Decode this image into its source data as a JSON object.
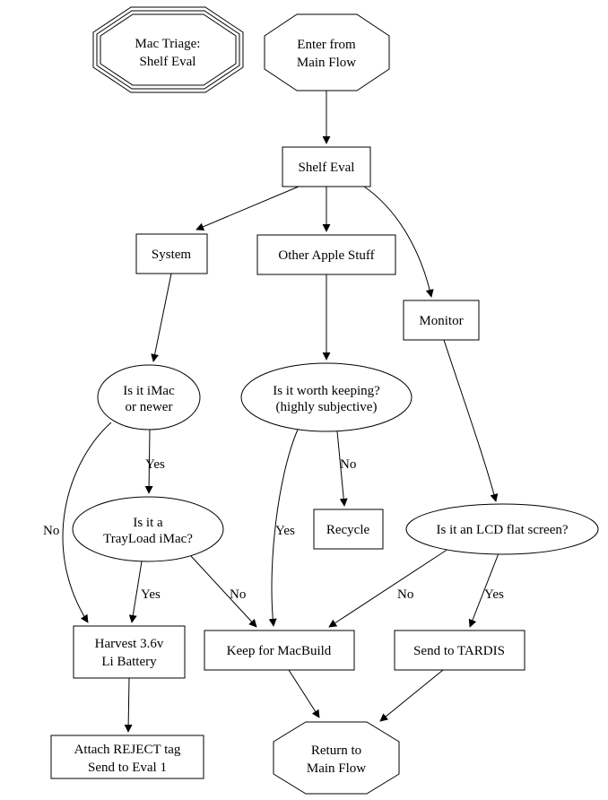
{
  "diagram": {
    "title": {
      "line1": "Mac Triage:",
      "line2": "Shelf Eval"
    },
    "nodes": {
      "enter": {
        "line1": "Enter from",
        "line2": "Main Flow"
      },
      "shelf_eval": "Shelf Eval",
      "system": "System",
      "other_apple_stuff": "Other Apple Stuff",
      "monitor": "Monitor",
      "is_imac": {
        "line1": "Is it iMac",
        "line2": "or newer"
      },
      "worth_keeping": {
        "line1": "Is it worth keeping?",
        "line2": "(highly subjective)"
      },
      "trayload": {
        "line1": "Is it a",
        "line2": "TrayLoad iMac?"
      },
      "lcd": "Is it an LCD flat screen?",
      "recycle": "Recycle",
      "harvest": {
        "line1": "Harvest 3.6v",
        "line2": "Li Battery"
      },
      "keep": "Keep for MacBuild",
      "tardis": "Send to TARDIS",
      "reject": {
        "line1": "Attach REJECT tag",
        "line2": "Send to Eval 1"
      },
      "return": {
        "line1": "Return to",
        "line2": "Main Flow"
      }
    },
    "edge_labels": {
      "is_imac_yes": "Yes",
      "is_imac_no": "No",
      "trayload_yes": "Yes",
      "trayload_no": "No",
      "worth_no": "No",
      "worth_yes": "Yes",
      "lcd_no": "No",
      "lcd_yes": "Yes"
    },
    "colors": {
      "stroke": "#000000",
      "background": "#ffffff"
    }
  }
}
